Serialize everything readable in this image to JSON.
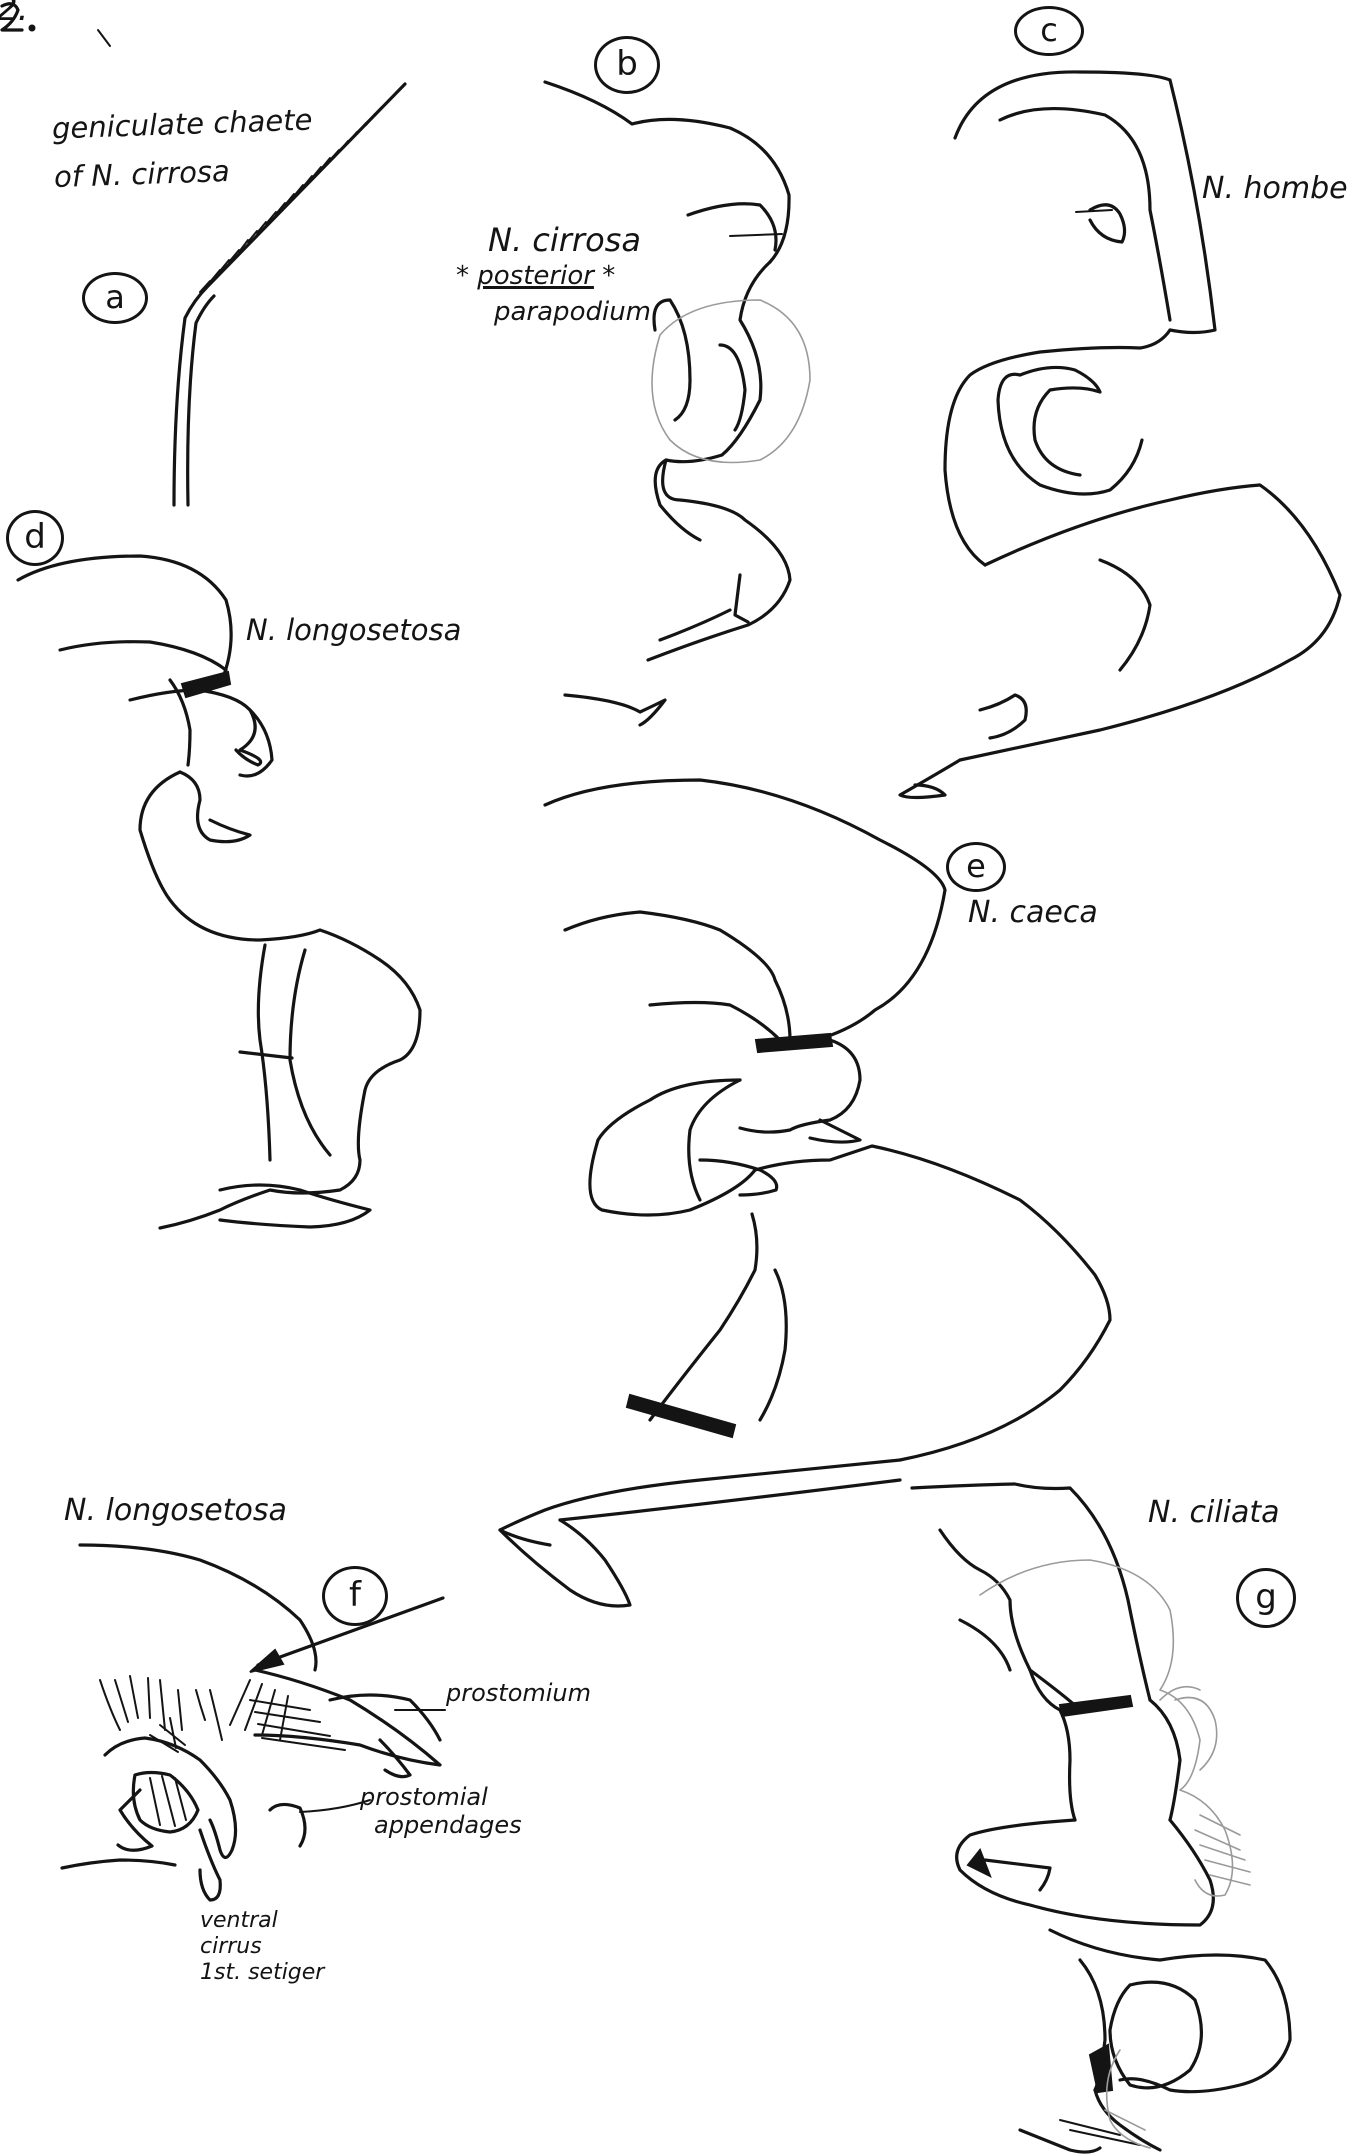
{
  "page_number": "2.",
  "panels": {
    "a": {
      "letter": "a",
      "caption_line1": "geniculate chaete",
      "caption_line2": "of N. cirrosa"
    },
    "b": {
      "letter": "b",
      "species": "N. cirrosa",
      "note_marker_left": "*",
      "note_emphasis": "posterior",
      "note_marker_right": "*",
      "note_line2": "parapodium"
    },
    "c": {
      "letter": "c",
      "species": "N. hombe"
    },
    "d": {
      "letter": "d",
      "species": "N. longosetosa"
    },
    "e": {
      "letter": "e",
      "species": "N. caeca"
    },
    "f": {
      "letter": "f",
      "species": "N. longosetosa",
      "label_prostomium": "prostomium",
      "label_appendages_line1": "prostomial",
      "label_appendages_line2": "appendages",
      "label_ventral_line1": "ventral",
      "label_ventral_line2": "cirrus",
      "label_ventral_line3": "1st. setiger"
    },
    "g": {
      "letter": "g",
      "species": "N. ciliata"
    }
  }
}
